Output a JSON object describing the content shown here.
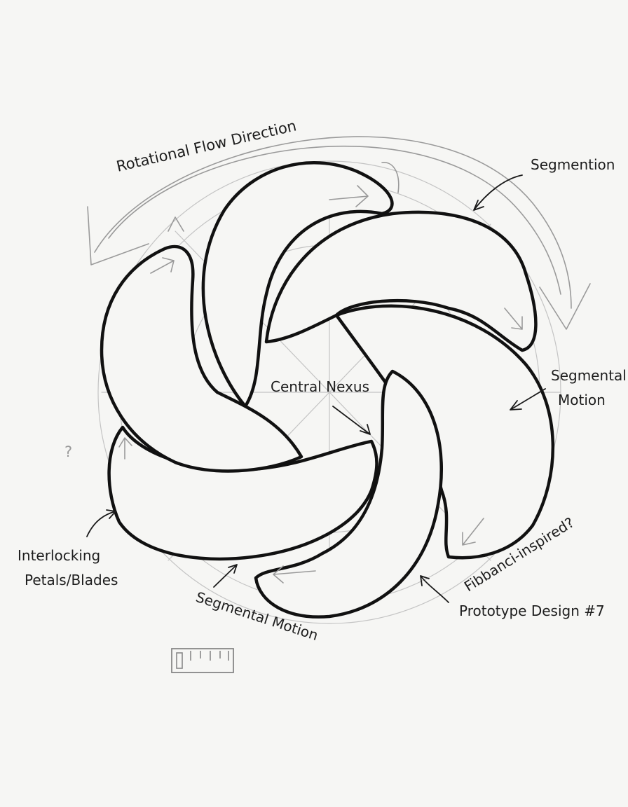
{
  "labels": {
    "title": "Rotational Flow Direction",
    "segmention": "Segmention",
    "segmental_motion_right_1": "Segmental",
    "segmental_motion_right_2": "Motion",
    "central_nexus": "Central Nexus",
    "interlocking_1": "Interlocking",
    "interlocking_2": "Petals/Blades",
    "segmental_motion_bottom": "Segmental Motion",
    "fibonacci": "Fibbanci-inspired?",
    "prototype": "Prototype Design #7",
    "question_mark": "?"
  },
  "colors": {
    "paper": "#f6f6f4",
    "ink": "#111111",
    "pencil": "#9a9a9a"
  }
}
